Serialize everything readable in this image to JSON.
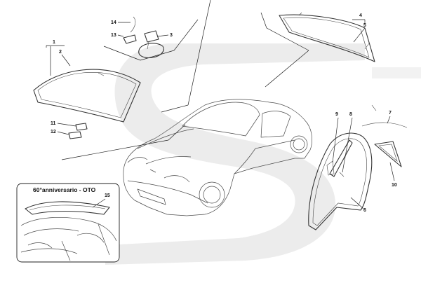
{
  "colors": {
    "watermark": "#ececec",
    "line": "#222222"
  },
  "inset": {
    "title": "60°anniversario - OTO"
  },
  "callouts": [
    {
      "id": "c1",
      "label": "1"
    },
    {
      "id": "c2",
      "label": "2"
    },
    {
      "id": "c3",
      "label": "3"
    },
    {
      "id": "c4",
      "label": "4"
    },
    {
      "id": "c5",
      "label": "5"
    },
    {
      "id": "c6",
      "label": "6"
    },
    {
      "id": "c7",
      "label": "7"
    },
    {
      "id": "c8",
      "label": "8"
    },
    {
      "id": "c9",
      "label": "9"
    },
    {
      "id": "c10",
      "label": "10"
    },
    {
      "id": "c11",
      "label": "11"
    },
    {
      "id": "c12",
      "label": "12"
    },
    {
      "id": "c13",
      "label": "13"
    },
    {
      "id": "c14",
      "label": "14"
    },
    {
      "id": "c15",
      "label": "15"
    }
  ]
}
